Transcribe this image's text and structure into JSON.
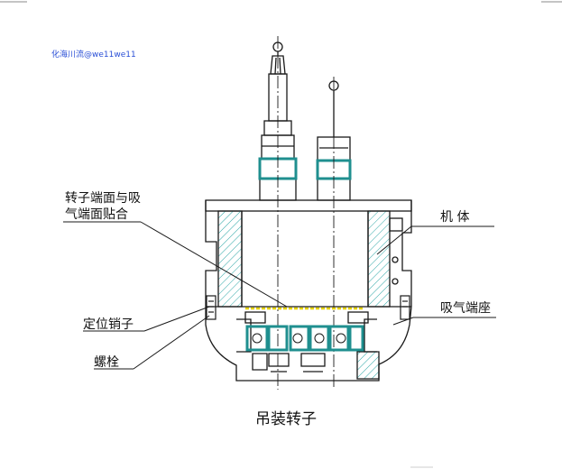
{
  "watermark": "化海川流@we11we11",
  "labels": {
    "rotor_face_line1": "转子端面与吸",
    "rotor_face_line2": "气端面贴合",
    "machine_body": "机    体",
    "locating_pin": "定位销子",
    "suction_seat": "吸气端座",
    "bolt": "螺栓"
  },
  "caption": "吊装转子",
  "colors": {
    "outline": "#1a1a1a",
    "hatch": "#2fa7a7",
    "teal_ring": "#1f8f8f",
    "contact_line": "#e6d200",
    "watermark": "#2a4fd6"
  }
}
